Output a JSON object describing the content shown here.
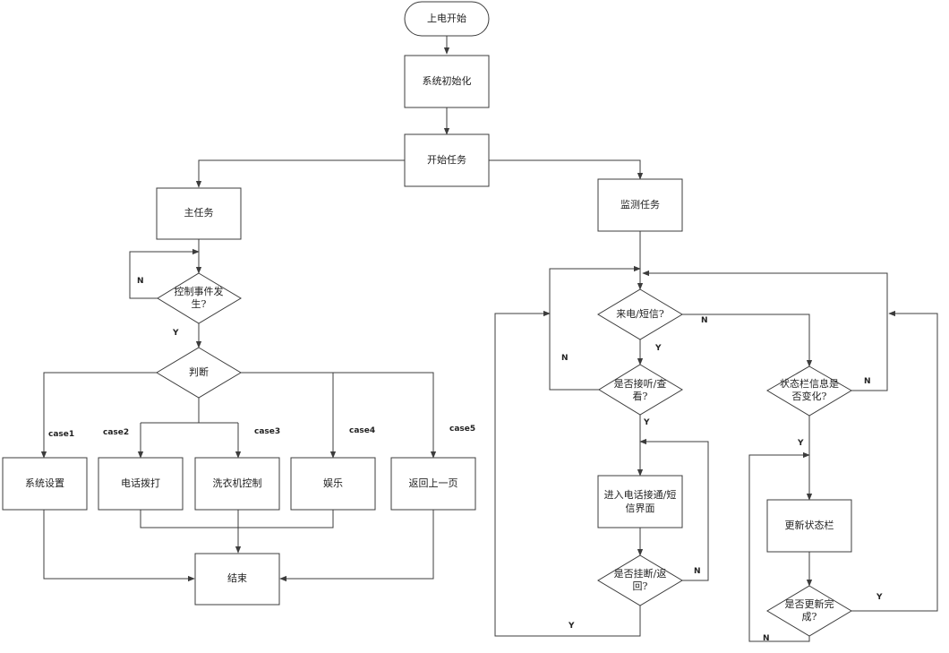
{
  "nodes": {
    "power_on": "上电开始",
    "sys_init": "系统初始化",
    "start_tasks": "开始任务",
    "main_task": "主任务",
    "control_event": [
      "控制事件发",
      "生?"
    ],
    "judge": "判断",
    "sys_settings": "系统设置",
    "phone_dial": "电话拨打",
    "washer_control": "洗衣机控制",
    "entertainment": "娱乐",
    "go_back": "返回上一页",
    "end": "结束",
    "monitor_task": "监测任务",
    "incoming": "来电/短信?",
    "answer_view": [
      "是否接听/查",
      "看?"
    ],
    "enter_ui": [
      "进入电话接通/短",
      "信界面"
    ],
    "hangup_return": [
      "是否挂断/返",
      "回?"
    ],
    "status_changed": [
      "状态栏信息是",
      "否变化?"
    ],
    "update_status": "更新状态栏",
    "update_done": [
      "是否更新完",
      "成?"
    ]
  },
  "labels": {
    "case1": "case1",
    "case2": "case2",
    "case3": "case3",
    "case4": "case4",
    "case5": "case5",
    "yes": "Y",
    "no": "N"
  }
}
